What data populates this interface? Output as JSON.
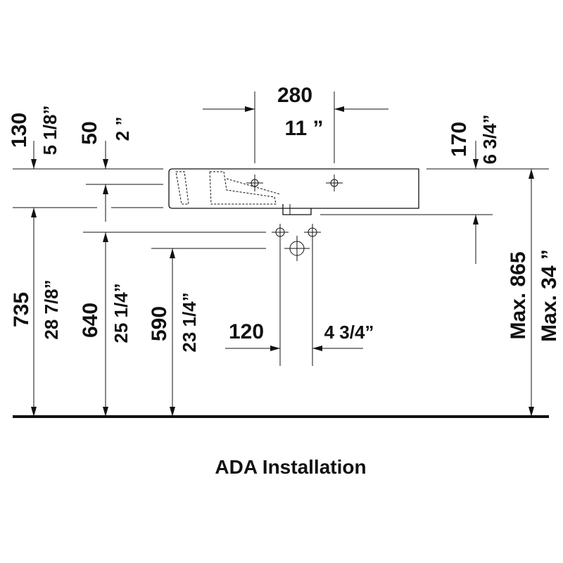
{
  "caption": "ADA Installation",
  "dimensions": {
    "left_outer": {
      "mm": "130",
      "inch": "5 1/8”"
    },
    "left_inner": {
      "mm": "50",
      "inch": "2 ”"
    },
    "width_top": {
      "mm": "280",
      "inch": "11 ”"
    },
    "right_drop": {
      "mm": "170",
      "inch": "6 3/4”"
    },
    "height_735": {
      "mm": "735",
      "inch": "28 7/8”"
    },
    "height_640": {
      "mm": "640",
      "inch": "25 1/4”"
    },
    "height_590": {
      "mm": "590",
      "inch": "23 1/4”"
    },
    "spacing_120": {
      "mm": "120",
      "inch": "4 3/4”"
    },
    "max_height": {
      "mm": "Max. 865",
      "inch": "Max. 34 ”"
    }
  }
}
